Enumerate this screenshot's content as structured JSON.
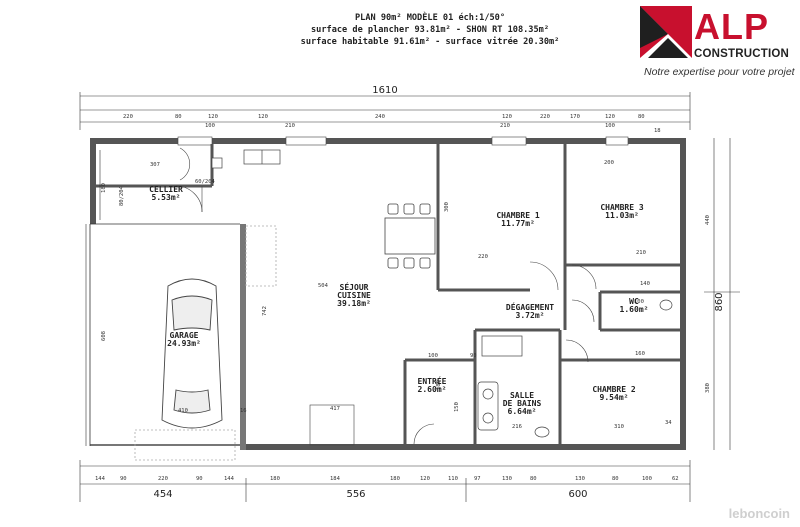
{
  "header": {
    "line1": "PLAN 90m² MODÈLE 01     éch:1/50°",
    "line2": "surface de plancher 93.81m²  -  SHON RT 108.35m²",
    "line3": "surface habitable 91.61m²  -  surface vitrée 20.30m²"
  },
  "logo": {
    "brand": "ALP",
    "sub": "CONSTRUCTION",
    "tagline": "Notre expertise pour votre projet",
    "color": "#c8102e"
  },
  "watermark": "leboncoin",
  "rooms": {
    "cellier": {
      "name": "CELLIER",
      "area": "5.53m²"
    },
    "garage": {
      "name": "GARAGE",
      "area": "24.93m²"
    },
    "sejour": {
      "name1": "SÉJOUR",
      "name2": "CUISINE",
      "area": "39.18m²"
    },
    "chambre1": {
      "name": "CHAMBRE 1",
      "area": "11.77m²"
    },
    "chambre3": {
      "name": "CHAMBRE 3",
      "area": "11.03m²"
    },
    "degagement": {
      "name": "DÉGAGEMENT",
      "area": "3.72m²"
    },
    "wc": {
      "name": "WC",
      "area": "1.60m²"
    },
    "entree": {
      "name": "ENTRÉE",
      "area": "2.60m²"
    },
    "sdb": {
      "name1": "SALLE",
      "name2": "DE BAINS",
      "area": "6.64m²"
    },
    "chambre2": {
      "name": "CHAMBRE 2",
      "area": "9.54m²"
    }
  },
  "dims": {
    "total_width": "1610",
    "total_depth": "860",
    "bottom_1": "454",
    "bottom_2": "556",
    "bottom_3": "600",
    "top_row": [
      "220",
      "80",
      "120",
      "120",
      "240",
      "120",
      "220",
      "170",
      "120",
      "80"
    ],
    "top_row2": [
      "100",
      "210",
      "210",
      "100"
    ],
    "right_side": [
      "440",
      "380"
    ],
    "left_side": [
      "180",
      "608"
    ],
    "misc": [
      "307",
      "60/204",
      "80/204",
      "300",
      "200",
      "220",
      "140",
      "100",
      "742",
      "504",
      "417",
      "410",
      "90",
      "180",
      "150",
      "216",
      "160",
      "310",
      "210",
      "100",
      "34",
      "16",
      "18"
    ],
    "bottom_row": [
      "144",
      "90",
      "220",
      "90",
      "144",
      "180",
      "184",
      "180",
      "120",
      "110",
      "97",
      "130",
      "80",
      "130",
      "80",
      "100",
      "62"
    ]
  }
}
